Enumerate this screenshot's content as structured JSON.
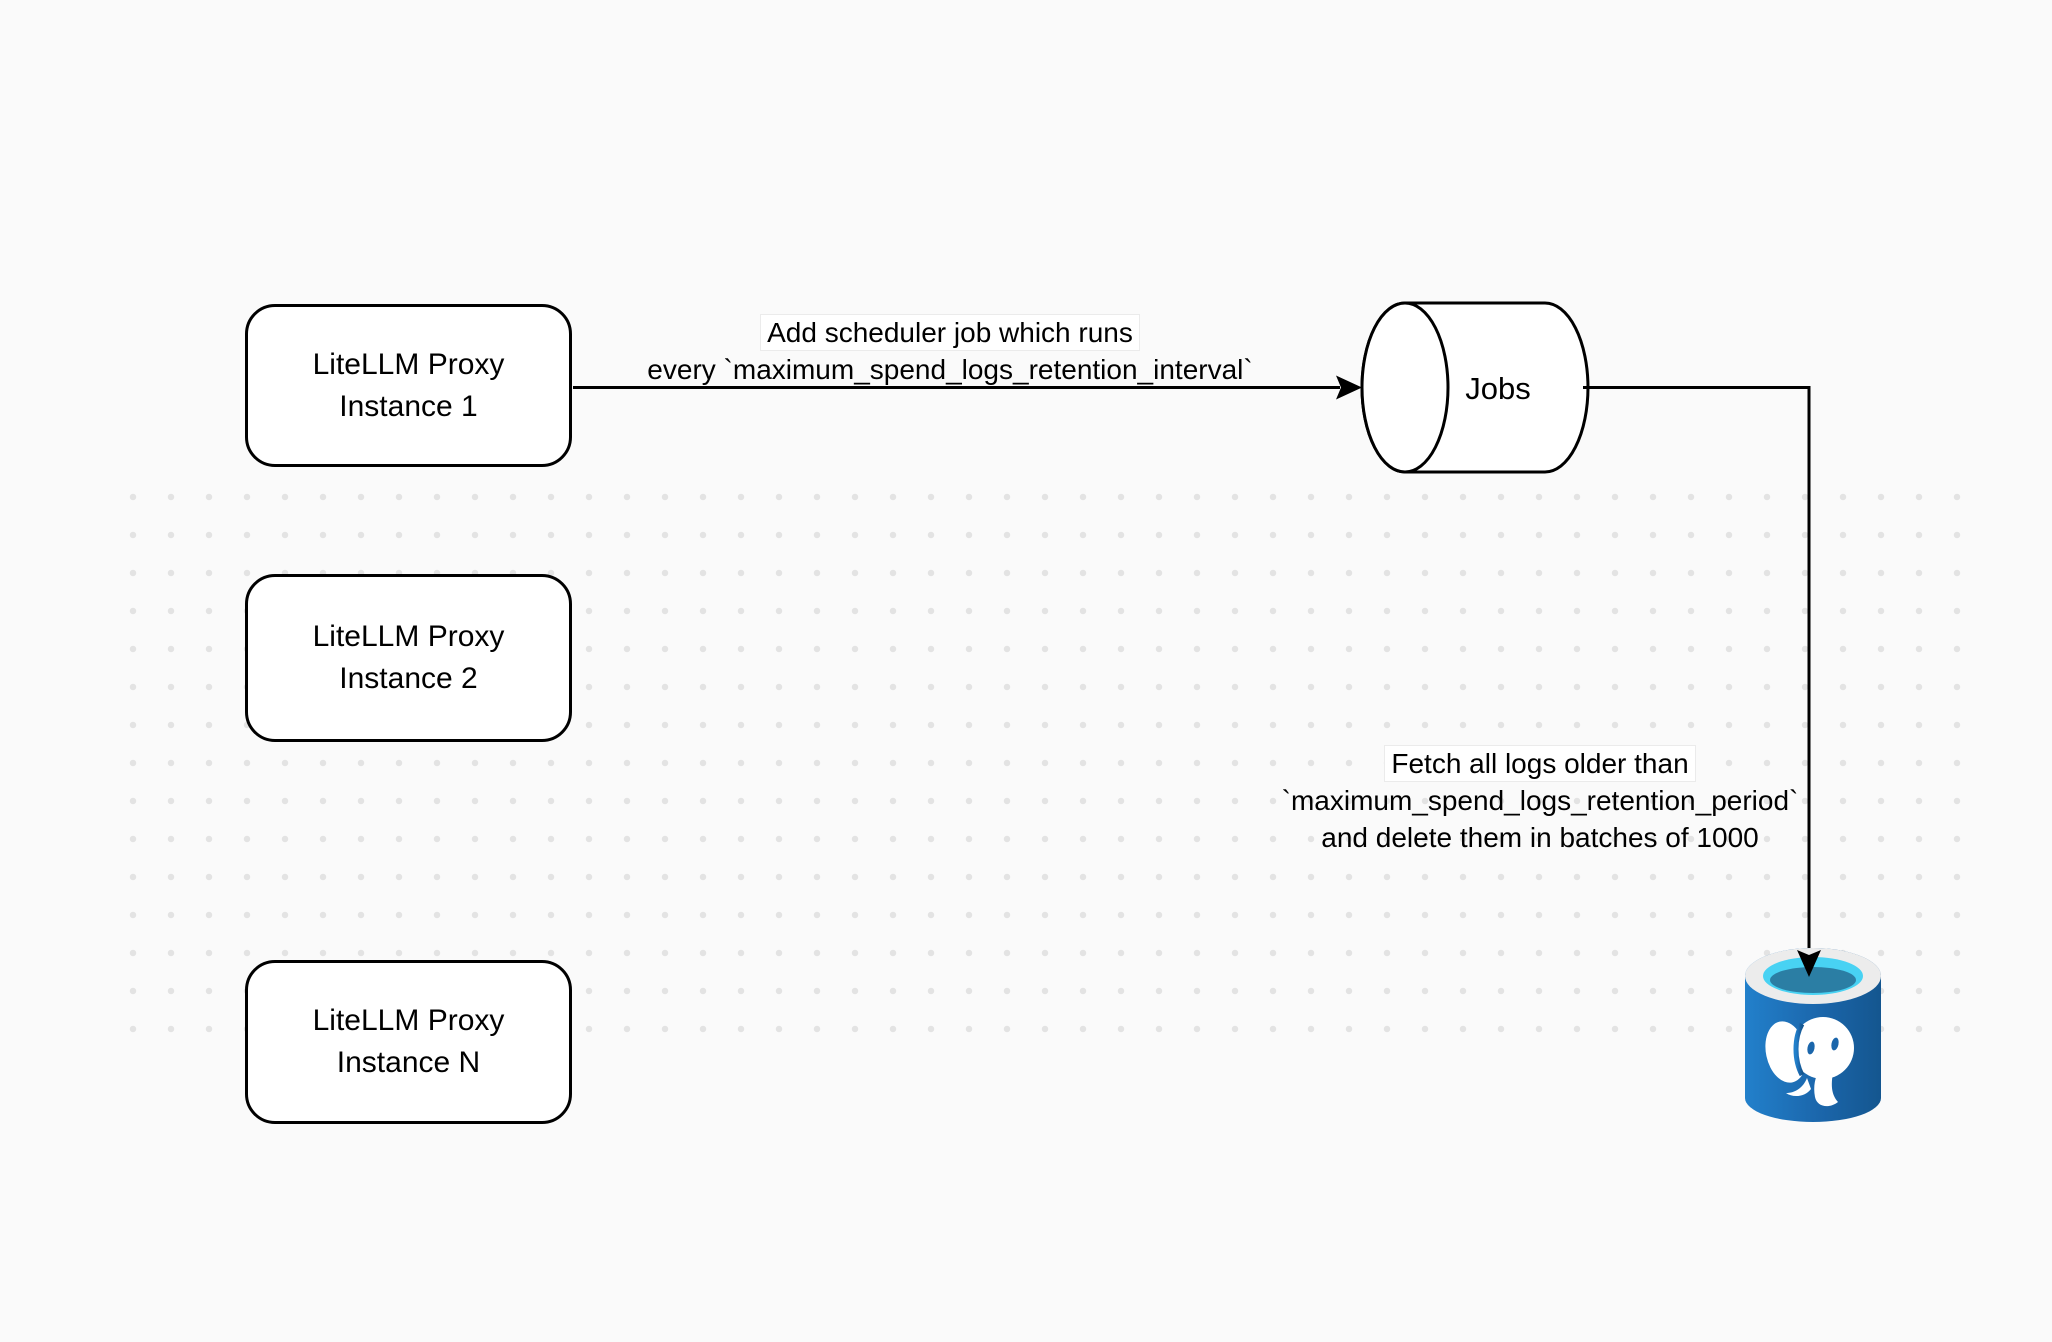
{
  "nodes": [
    {
      "line1": "LiteLLM Proxy",
      "line2": "Instance 1"
    },
    {
      "line1": "LiteLLM Proxy",
      "line2": "Instance 2"
    },
    {
      "line1": "LiteLLM Proxy",
      "line2": "Instance N"
    }
  ],
  "queue": {
    "label": "Jobs"
  },
  "edges": {
    "scheduler": {
      "line1": "Add scheduler job which runs",
      "line2": "every `maximum_spend_logs_retention_interval`"
    },
    "fetch": {
      "line1": "Fetch all logs older than",
      "line2": "`maximum_spend_logs_retention_period`",
      "line3": "and delete them in batches of 1000"
    }
  },
  "database": {
    "icon": "postgresql-icon"
  },
  "colors": {
    "bg": "#fafafa",
    "line": "#000000",
    "dot": "#e3e3e3",
    "pg-blue": "#1b66ab",
    "pg-blue-light": "#2280cb",
    "pg-blue-dark": "#14568f",
    "pg-rim": "#ececec",
    "pg-cyan": "#48d2f3",
    "pg-teal": "#2b7ea4",
    "label-bg": "#ffffff",
    "label-border": "#ebebeb"
  }
}
